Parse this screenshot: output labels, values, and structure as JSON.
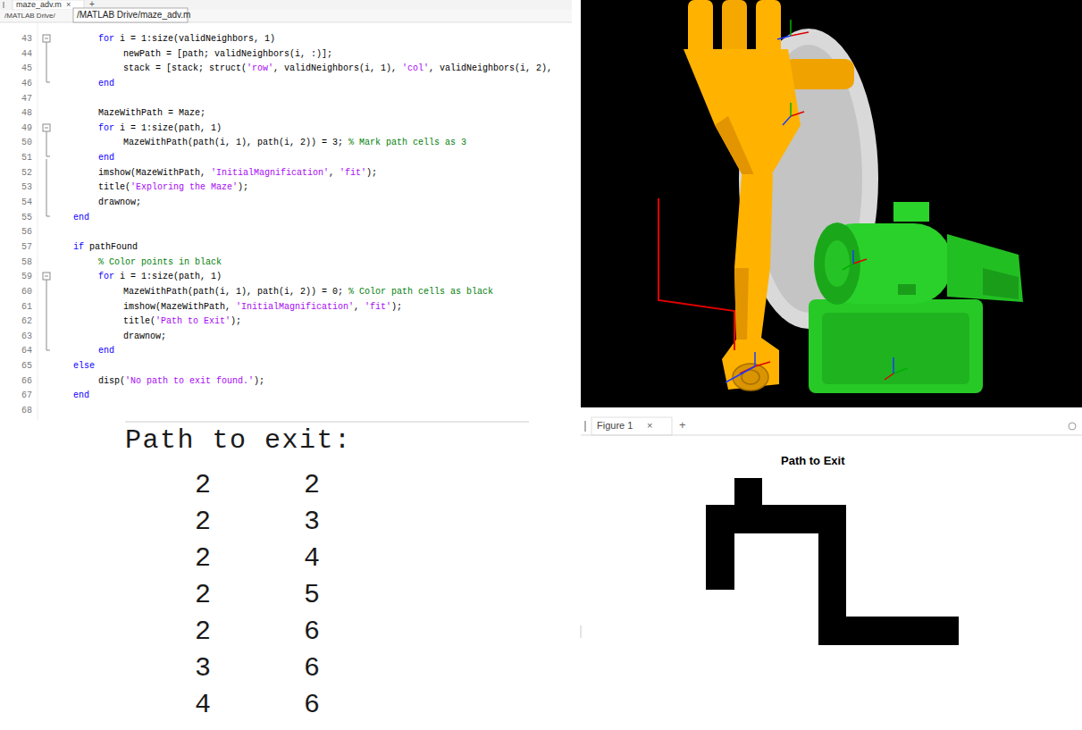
{
  "diagram": {
    "labels": [
      "maze_adv.m",
      "×",
      "+",
      "/MATLAB Drive/",
      "/MATLAB Drive/maze_adv.m",
      "43",
      "44",
      "45",
      "46",
      "47",
      "48",
      "49",
      "50",
      "51",
      "52",
      "53",
      "54",
      "55",
      "56",
      "57",
      "58",
      "59",
      "60",
      "61",
      "62",
      "63",
      "64",
      "65",
      "66",
      "67",
      "68",
      "for",
      "i = 1:size(validNeighbors, 1)",
      "newPath = [path; validNeighbors(i, :)];",
      "stack = [stack; struct(",
      "'row'",
      ", validNeighbors(i, 1),",
      "'col'",
      ", validNeighbors(i, 2),",
      "end",
      "MazeWithPath = Maze;",
      "for",
      "i = 1:size(path, 1)",
      "MazeWithPath(path(i, 1), path(i, 2)) = 3;",
      "% Mark path cells as 3",
      "end",
      "imshow(MazeWithPath,",
      "'InitialMagnification'",
      ",",
      "'fit'",
      ");",
      "title(",
      "'Exploring the Maze'",
      ");",
      "drawnow;",
      "end",
      "if",
      "pathFound",
      "% Color points in black",
      "for",
      "i = 1:size(path, 1)",
      "MazeWithPath(path(i, 1), path(i, 2)) = 0;",
      "% Color path cells as black",
      "imshow(MazeWithPath,",
      "'InitialMagnification'",
      ",",
      "'fit'",
      ");",
      "title(",
      "'Path to Exit'",
      ");",
      "drawnow;",
      "end",
      "else",
      "disp(",
      "'No path to exit found.'",
      ");",
      "end",
      "Path to exit:",
      "2",
      "2",
      "2",
      "3",
      "2",
      "4",
      "2",
      "5",
      "2",
      "6",
      "3",
      "6",
      "4",
      "6",
      "Figure 1",
      "×",
      "+",
      "Path to Exit"
    ]
  }
}
